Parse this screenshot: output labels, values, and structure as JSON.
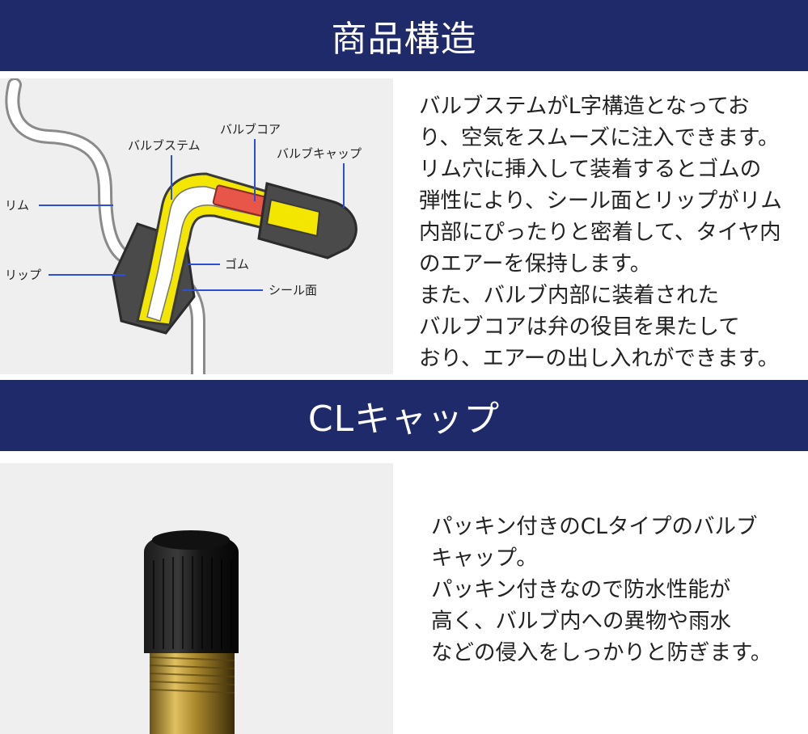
{
  "section1": {
    "title": "商品構造",
    "labels": {
      "rim": "リム",
      "lip": "リップ",
      "stem": "バルブステム",
      "core": "バルブコア",
      "cap": "バルブキャップ",
      "rubber": "ゴム",
      "seal": "シール面"
    },
    "description": [
      "バルブステムがL字構造となってお",
      "り、空気をスムーズに注入できます。",
      "リム穴に挿入して装着するとゴムの",
      "弾性により、シール面とリップがリム",
      "内部にぴったりと密着して、タイヤ内",
      "のエアーを保持します。",
      "また、バルブ内部に装着された",
      "バルブコアは弁の役目を果たして",
      "おり、エアーの出し入れができます。"
    ]
  },
  "section2": {
    "title": "CLキャップ",
    "description": [
      "パッキン付きのCLタイプのバルブ",
      "キャップ。",
      "パッキン付きなので防水性能が",
      "高く、バルブ内への異物や雨水",
      "などの侵入をしっかりと防ぎます。"
    ]
  },
  "colors": {
    "banner": "#1f2a6b",
    "panel": "#efefef",
    "stem_yellow": "#f3e600",
    "core_red": "#e8564a",
    "leader_blue": "#2d4fd6",
    "rubber_dark": "#4a4a4a",
    "brass": "#c9a23a"
  }
}
